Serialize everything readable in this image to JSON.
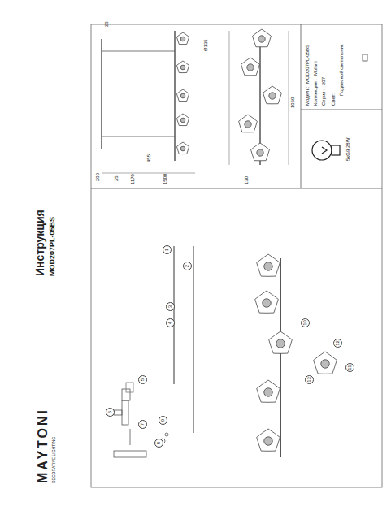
{
  "diagram": {
    "title": "Инструкция",
    "labels": [
      "MAYTONI",
      "DECORATIVE LIGHTING",
      "MOD207PL-05BS",
      "200",
      "25",
      "455",
      "1170",
      "28",
      "1500",
      "Ø135",
      "1050",
      "130",
      "Модель:",
      "MOD207PL-05BS",
      "Коллекция :",
      "Molani",
      "Серия :",
      "207",
      "Свет:",
      "Подвесной светильник",
      "5xG9 28W",
      "1",
      "2",
      "3",
      "4",
      "5",
      "6",
      "7",
      "8",
      "9",
      "10",
      "11",
      "12",
      "13"
    ]
  }
}
